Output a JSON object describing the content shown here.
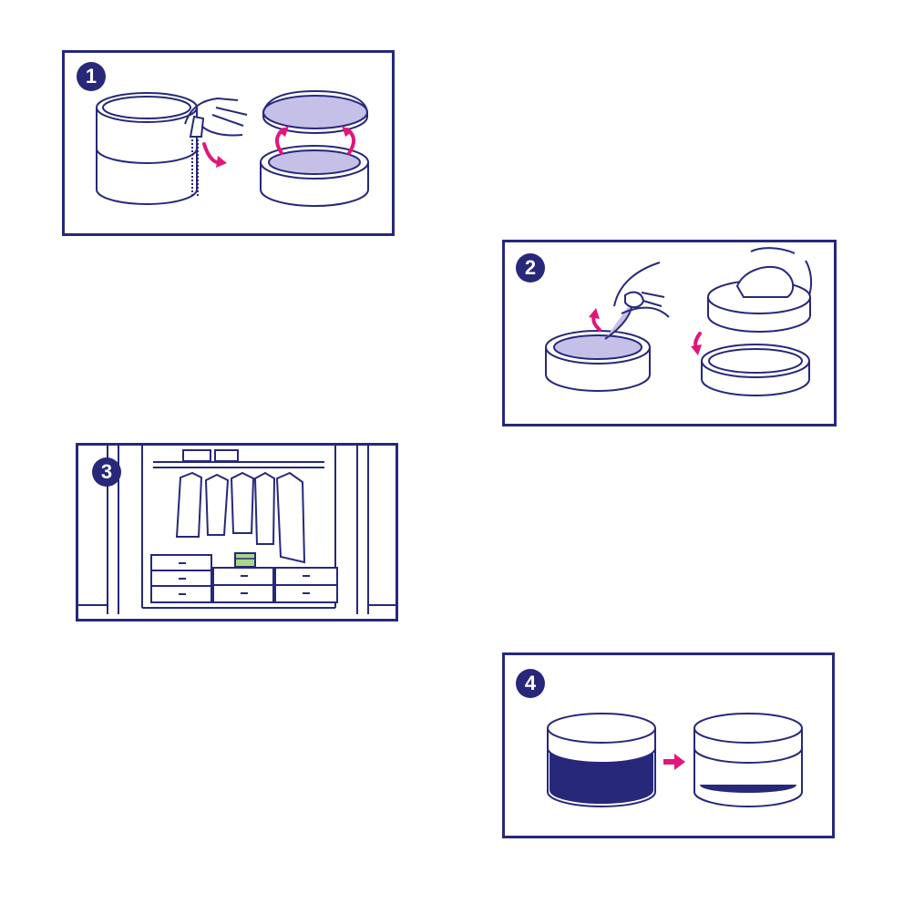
{
  "steps": [
    {
      "number": "1",
      "icon": "open-seal-lid-icon"
    },
    {
      "number": "2",
      "icon": "remove-film-close-lid-icon"
    },
    {
      "number": "3",
      "icon": "closet-placement-icon"
    },
    {
      "number": "4",
      "icon": "liquid-depleted-icon"
    }
  ],
  "colors": {
    "outline": "#27287a",
    "badge": "#27287a",
    "arrow": "#e0177a",
    "film": "#c4c0e8",
    "liquid": "#27287a",
    "box_accent": "#a8d888"
  }
}
